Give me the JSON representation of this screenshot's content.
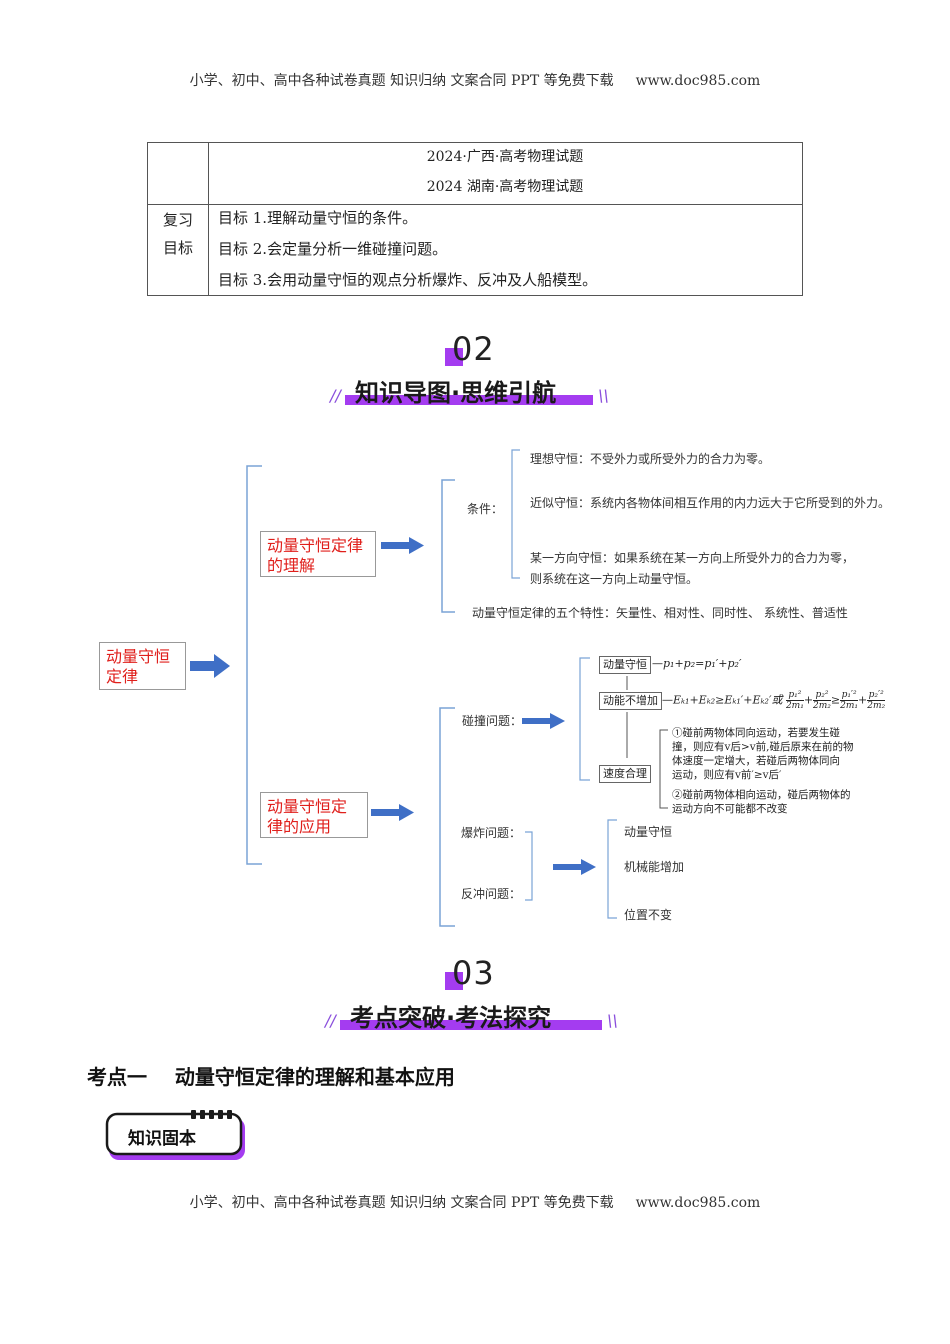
{
  "header": {
    "left": "小学、初中、高中各种试卷真题  知识归纳  文案合同  PPT 等免费下载",
    "right": "www.doc985.com"
  },
  "table": {
    "sources": [
      "2024·广西·高考物理试题",
      "2024 湖南·高考物理试题"
    ],
    "label_line1": "复习",
    "label_line2": "目标",
    "goals": [
      "目标 1.理解动量守恒的条件。",
      "目标 2.会定量分析一维碰撞问题。",
      "目标 3.会用动量守恒的观点分析爆炸、反冲及人船模型。"
    ]
  },
  "section2": {
    "number": "02",
    "title": "知识导图·思维引航"
  },
  "mindmap": {
    "root": "动量守恒定律",
    "understanding": "动量守恒定律的理解",
    "application": "动量守恒定律的应用",
    "conditions_label": "条件：",
    "conditions": [
      "理想守恒：不受外力或所受外力的合力为零。",
      "近似守恒：系统内各物体间相互作用的内力远大于它所受到的外力。",
      "某一方向守恒：如果系统在某一方向上所受外力的合力为零，",
      "则系统在这一方向上动量守恒。"
    ],
    "five_props": "动量守恒定律的五个特性：矢量性、相对性、同时性、 系统性、普适性",
    "collision_label": "碰撞问题：",
    "collision_boxes": [
      "动量守恒",
      "动能不增加",
      "速度合理"
    ],
    "formula1": "—p₁+p₂=p₁′+p₂′",
    "formula2_a": "—Eₖ₁+Eₖ₂≥Eₖ₁′+Eₖ₂′或",
    "formula2_frac": [
      "p₁²",
      "2m₁",
      "p₂²",
      "2m₂",
      "p₁′²",
      "2m₁",
      "p₂′²",
      "2m₂"
    ],
    "speed_notes": [
      "①碰前两物体同向运动，若要发生碰",
      "撞，则应有v后>v前,碰后原来在前的物",
      "体速度一定增大，若碰后两物体同向",
      "运动，则应有v前′≥v后′",
      "②碰前两物体相向运动，碰后两物体的",
      "运动方向不可能都不改变"
    ],
    "explosion_label": "爆炸问题：",
    "recoil_label": "反冲问题：",
    "explosion_items": [
      "动量守恒",
      "机械能增加",
      "位置不变"
    ]
  },
  "section3": {
    "number": "03",
    "title": "考点突破·考法探究"
  },
  "topic_heading": "考点一    动量守恒定律的理解和基本应用",
  "badge": "知识固本",
  "footer": {
    "left": "小学、初中、高中各种试卷真题  知识归纳  文案合同  PPT 等免费下载",
    "right": "www.doc985.com"
  },
  "colors": {
    "accent": "#a43cf0",
    "arrow": "#3f6fc6",
    "box_text": "#e0201c",
    "bracket": "#7aa3d6"
  }
}
